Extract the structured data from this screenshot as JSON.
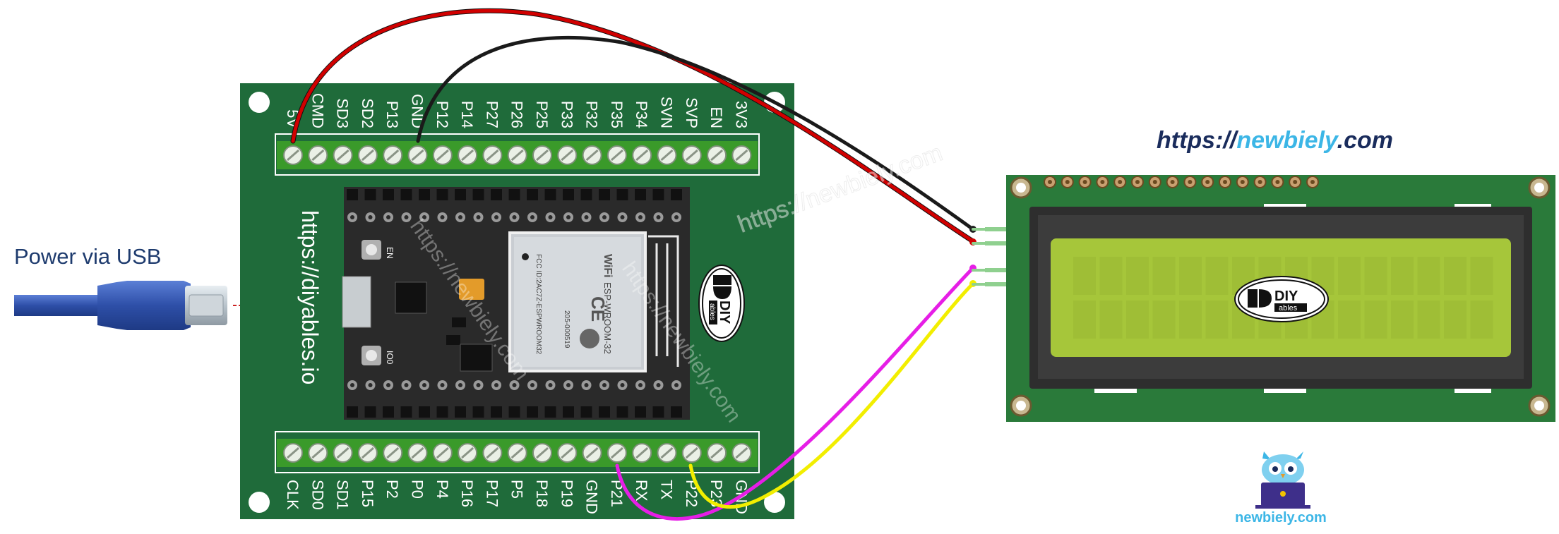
{
  "power_label": "Power via USB",
  "header_url": {
    "prefix": "https://",
    "brand": "newbiely",
    "suffix": ".com"
  },
  "board": {
    "url_text": "https://diyables.io",
    "top_pins": [
      "5V",
      "CMD",
      "SD3",
      "SD2",
      "P13",
      "GND",
      "P12",
      "P14",
      "P27",
      "P26",
      "P25",
      "P33",
      "P32",
      "P35",
      "P34",
      "SVN",
      "SVP",
      "EN",
      "3V3"
    ],
    "bottom_pins": [
      "CLK",
      "SD0",
      "SD1",
      "P15",
      "P2",
      "P0",
      "P4",
      "P16",
      "P17",
      "P5",
      "P18",
      "P19",
      "GND",
      "P21",
      "RX",
      "TX",
      "P22",
      "P23",
      "GND"
    ],
    "module_text": {
      "wifi": "WiFi",
      "model": "ESP-WROOM-32",
      "fcc": "FCC ID:2AC7Z-ESPWROOM32",
      "code": "205-000519",
      "en": "EN",
      "boot": "IO0"
    }
  },
  "watermark": "https://newbiely.com",
  "logo": {
    "diy": "DIY",
    "ables": "ables"
  },
  "footer_brand": "newbiely.com",
  "colors": {
    "board_green": "#1f6b3a",
    "terminal_green": "#3a9a2a",
    "lcd_screen": "#a6c63a",
    "wire_5v": "#d10000",
    "wire_gnd": "#1a1a1a",
    "wire_sda": "#e61ee6",
    "wire_scl": "#f2ee00",
    "usb_blue": "#2e4fa8",
    "brand_blue": "#1c4cc0",
    "brand_cyan": "#3cb6e6"
  }
}
